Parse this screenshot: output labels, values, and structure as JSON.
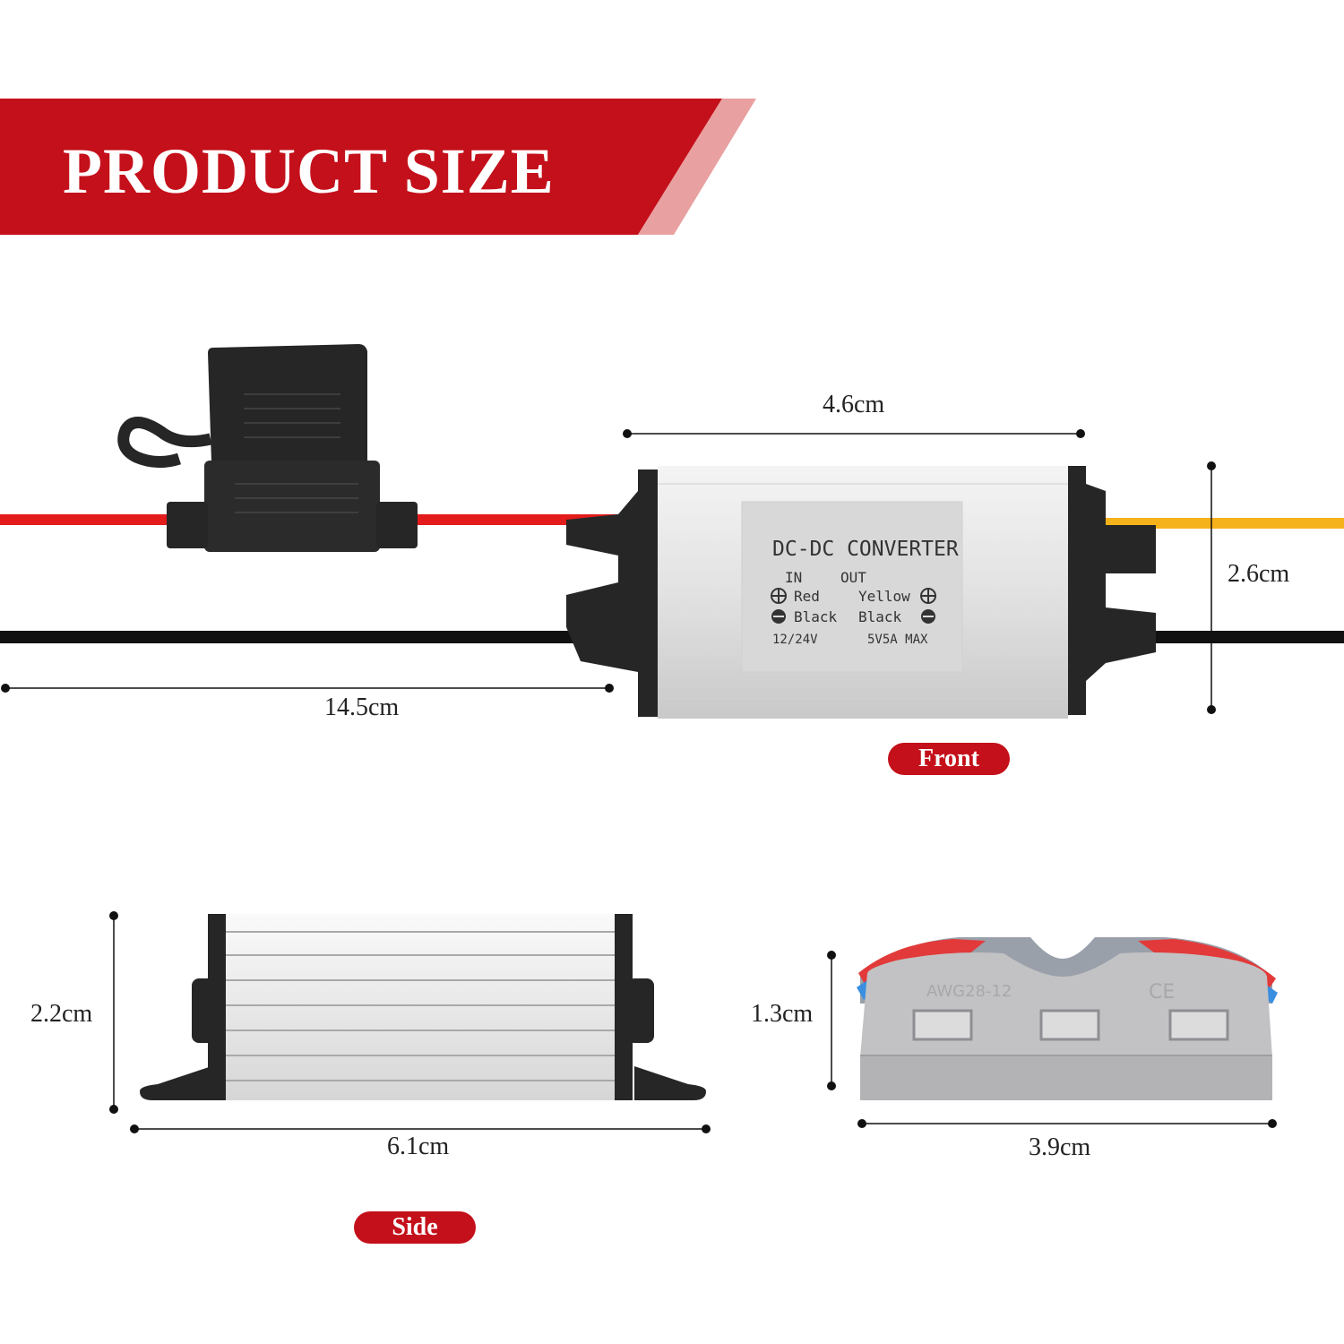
{
  "banner": {
    "title": "PRODUCT SIZE",
    "color": "#c4101a",
    "accent": "#e9a0a0"
  },
  "dimensions": {
    "front_width": "4.6cm",
    "front_height": "2.6cm",
    "cable_length": "14.5cm",
    "side_height": "2.2cm",
    "side_length": "6.1cm",
    "connector_height": "1.3cm",
    "connector_length": "3.9cm"
  },
  "views": {
    "front": "Front",
    "side": "Side"
  },
  "converter_label": {
    "title": "DC-DC CONVERTER",
    "in": "IN",
    "out": "OUT",
    "plus_in": "Red",
    "plus_out": "Yellow",
    "minus_in": "Black",
    "minus_out": "Black",
    "input_rating": "12/24V",
    "output_rating": "5V5A MAX"
  },
  "connector_label": {
    "awg": "AWG28-12",
    "mark": "CE"
  },
  "wire_colors": {
    "positive_in": "#e31b1b",
    "positive_out": "#f6b21a",
    "ground": "#111111"
  },
  "icons": [
    "plus-circle-icon",
    "minus-circle-icon"
  ]
}
